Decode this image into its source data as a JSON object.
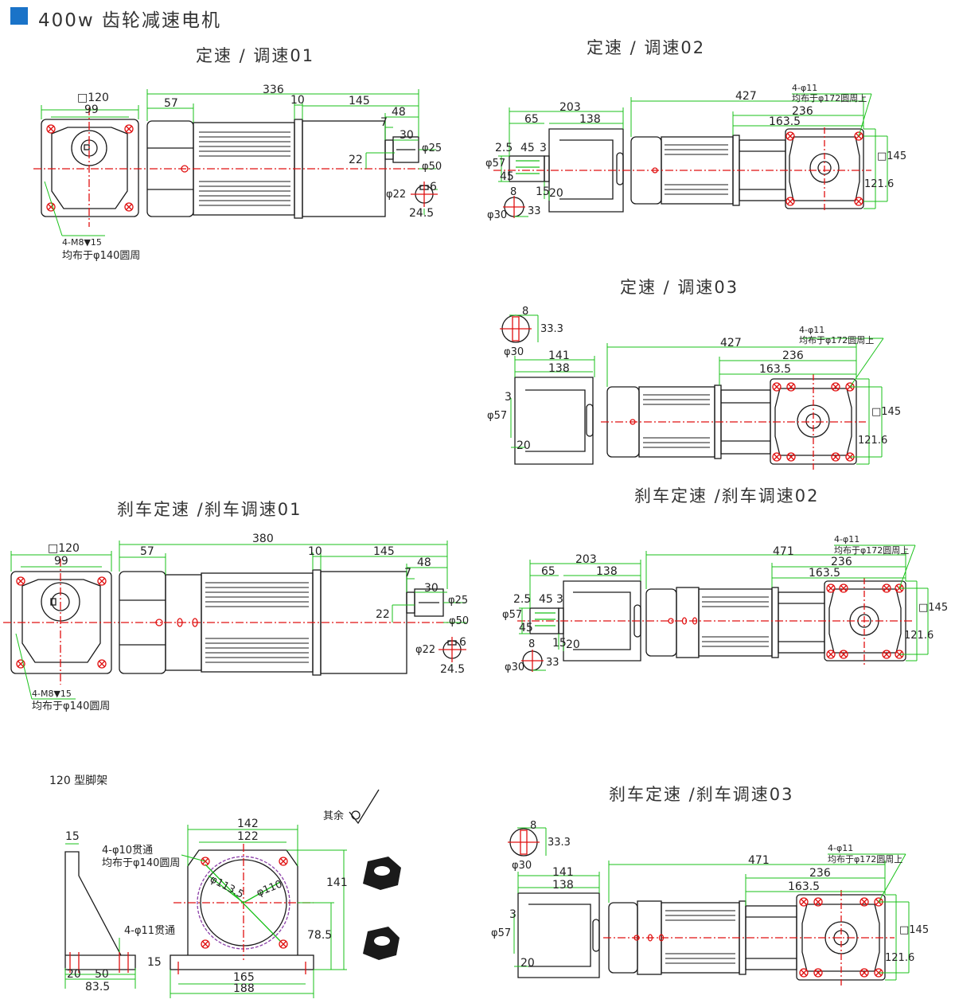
{
  "header": {
    "title": "400w   齿轮减速电机",
    "accent_color": "#1a73c8"
  },
  "colors": {
    "dimension": "#19c119",
    "center": "#e01010",
    "outline": "#1a1a1a",
    "pitch_circle": "#8b3fa8"
  },
  "drawing_01": {
    "title": "定速 / 调速01",
    "dims": [
      "□120",
      "99",
      "336",
      "57",
      "10",
      "145",
      "48",
      "7",
      "30",
      "φ25",
      "φ50",
      "22",
      "φ22",
      "6",
      "24.5"
    ],
    "note_holes": "4-M8▼15",
    "note_pcd": "均布于φ140圆周"
  },
  "drawing_02": {
    "title": "定速 / 调速02",
    "dims": [
      "203",
      "65",
      "138",
      "427",
      "236",
      "163.5",
      "□145",
      "121.6",
      "2.5",
      "45",
      "3",
      "φ57",
      "45",
      "15",
      "20",
      "8",
      "φ30",
      "33"
    ],
    "note_holes": "4-φ11",
    "note_pcd": "均布于φ172圆周上"
  },
  "drawing_03": {
    "title": "定速 / 调速03",
    "dims": [
      "8",
      "33.3",
      "φ30",
      "141",
      "138",
      "427",
      "236",
      "163.5",
      "□145",
      "121.6",
      "3",
      "φ57",
      "20"
    ],
    "note_holes": "4-φ11",
    "note_pcd": "均布于φ172圆周上"
  },
  "drawing_b01": {
    "title": "刹车定速 /刹车调速01",
    "dims": [
      "□120",
      "99",
      "380",
      "57",
      "10",
      "145",
      "48",
      "7",
      "30",
      "φ25",
      "φ50",
      "22",
      "φ22",
      "6",
      "24.5"
    ],
    "note_holes": "4-M8▼15",
    "note_pcd": "均布于φ140圆周"
  },
  "drawing_b02": {
    "title": "刹车定速 /刹车调速02",
    "dims": [
      "203",
      "65",
      "138",
      "471",
      "236",
      "163.5",
      "□145",
      "121.6",
      "2.5",
      "45",
      "3",
      "φ57",
      "45",
      "15",
      "20",
      "8",
      "φ30",
      "33"
    ],
    "note_holes": "4-φ11",
    "note_pcd": "均布于φ172圆周上"
  },
  "drawing_b03": {
    "title": "刹车定速 /刹车调速03",
    "dims": [
      "8",
      "33.3",
      "φ30",
      "141",
      "138",
      "471",
      "236",
      "163.5",
      "□145",
      "121.6",
      "3",
      "φ57",
      "20"
    ],
    "note_holes": "4-φ11",
    "note_pcd": "均布于φ172圆周上"
  },
  "bracket": {
    "title": "120 型脚架",
    "roughness": "其余",
    "dims": [
      "15",
      "20",
      "50",
      "83.5",
      "142",
      "122",
      "141",
      "78.5",
      "15",
      "165",
      "188",
      "φ113.5",
      "φ110"
    ],
    "note_holes_a": "4-φ10贯通",
    "note_pcd_a": "均布于φ140圆周",
    "note_holes_b": "4-φ11贯通"
  }
}
